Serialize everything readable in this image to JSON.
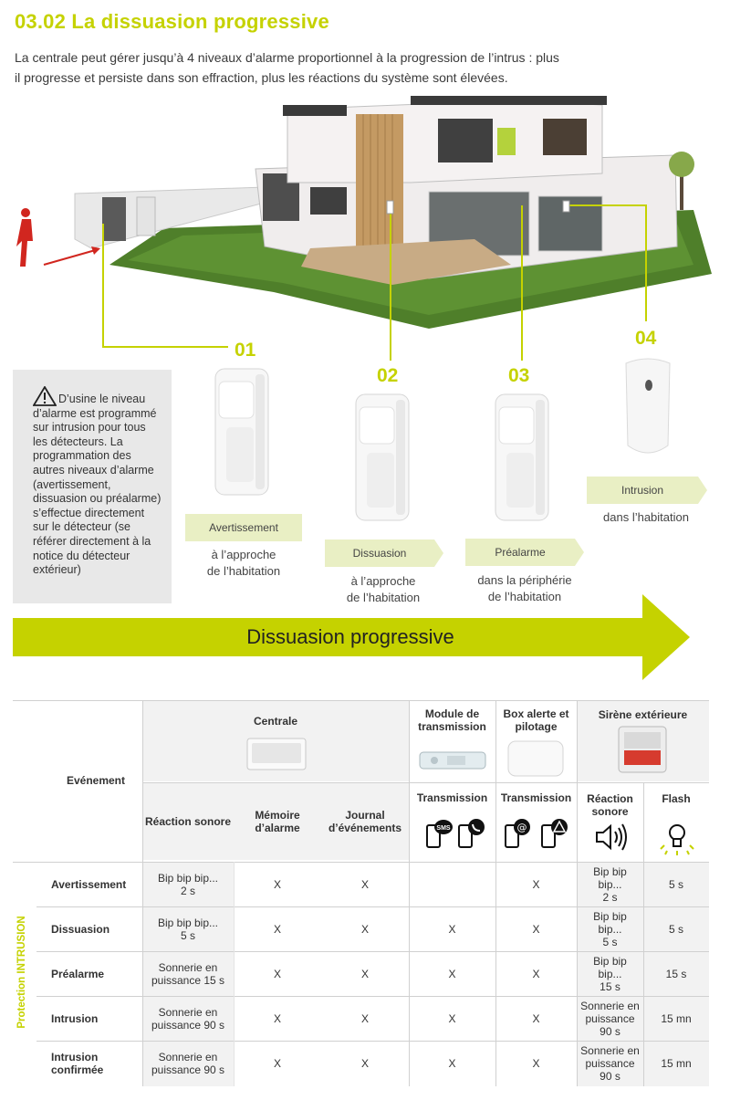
{
  "header": {
    "title": "03.02  La dissuasion progressive",
    "intro_line1": "La centrale peut gérer jusqu’à 4 niveaux d’alarme proportionnel à la progression de l’intrus : plus",
    "intro_line2": "il progresse et persiste dans son effraction, plus les réactions du système sont élevées."
  },
  "note": {
    "text": "D’usine le niveau d’alarme est programmé sur intrusion pour tous les détecteurs. La programmation des autres niveaux d’alarme (avertissement, dissuasion ou préalarme) s’effectue directement sur le détecteur (se référer directement à la notice du détecteur extérieur)",
    "icon": "warning-triangle-icon"
  },
  "levels": [
    {
      "num": "01",
      "tag": "Avertissement",
      "desc1": "à l’approche",
      "desc2": "de l’habitation"
    },
    {
      "num": "02",
      "tag": "Dissuasion",
      "desc1": "à l’approche",
      "desc2": "de l’habitation"
    },
    {
      "num": "03",
      "tag": "Préalarme",
      "desc1": "dans la périphérie",
      "desc2": "de l’habitation"
    },
    {
      "num": "04",
      "tag": "Intrusion",
      "desc1": "dans l’habitation",
      "desc2": ""
    }
  ],
  "arrow_label": "Dissuasion progressive",
  "colors": {
    "accent": "#c5d200",
    "tag_bg": "#e9efc4",
    "gray_bg": "#e8e8e8"
  },
  "table": {
    "event_header": "Evénement",
    "groups": {
      "centrale": "Centrale",
      "module": "Module de transmission",
      "box": "Box alerte et pilotage",
      "sirene": "Sirène extérieure"
    },
    "columns": {
      "reaction_sonore": "Réaction sonore",
      "memoire": "Mémoire d’alarme",
      "journal": "Journal d’événements",
      "transmission_module": "Transmission",
      "transmission_box": "Transmission",
      "reaction_sirene": "Réaction sonore",
      "flash": "Flash"
    },
    "icons": {
      "module": [
        "phone-sms-icon",
        "phone-call-icon"
      ],
      "box": [
        "phone-email-icon",
        "phone-alert-icon"
      ],
      "sirene_sound": "speaker-icon",
      "flash": "bulb-icon"
    },
    "sms_text": "SMS",
    "side_label": "Protection INTRUSION",
    "rows": [
      {
        "event": "Avertissement",
        "c1": "Bip bip bip...\n2 s",
        "c2": "X",
        "c3": "X",
        "c4": "",
        "c5": "X",
        "c6": "Bip bip\nbip...\n2 s",
        "c7": "5 s"
      },
      {
        "event": "Dissuasion",
        "c1": "Bip bip bip...\n5 s",
        "c2": "X",
        "c3": "X",
        "c4": "X",
        "c5": "X",
        "c6": "Bip bip\nbip...\n5 s",
        "c7": "5 s"
      },
      {
        "event": "Préalarme",
        "c1": "Sonnerie en\npuissance 15 s",
        "c2": "X",
        "c3": "X",
        "c4": "X",
        "c5": "X",
        "c6": "Bip bip\nbip...\n15 s",
        "c7": "15 s"
      },
      {
        "event": "Intrusion",
        "c1": "Sonnerie en\npuissance 90 s",
        "c2": "X",
        "c3": "X",
        "c4": "X",
        "c5": "X",
        "c6": "Sonnerie en\npuissance\n90 s",
        "c7": "15 mn"
      },
      {
        "event": "Intrusion\nconfirmée",
        "c1": "Sonnerie en\npuissance 90 s",
        "c2": "X",
        "c3": "X",
        "c4": "X",
        "c5": "X",
        "c6": "Sonnerie en\npuissance\n90 s",
        "c7": "15 mn"
      }
    ]
  }
}
